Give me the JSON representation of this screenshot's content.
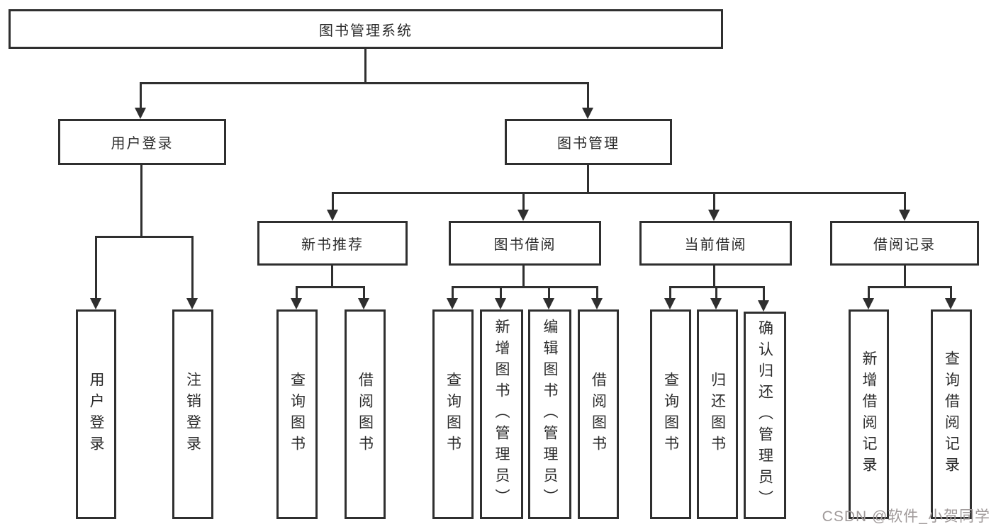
{
  "diagram": {
    "root": {
      "label": "图书管理系统"
    },
    "level1": [
      {
        "label": "用户登录"
      },
      {
        "label": "图书管理"
      }
    ],
    "level2": [
      {
        "label": "新书推荐"
      },
      {
        "label": "图书借阅"
      },
      {
        "label": "当前借阅"
      },
      {
        "label": "借阅记录"
      }
    ],
    "leaves": {
      "user_login": [
        "用户登录",
        "注销登录"
      ],
      "new_book_rec": [
        "查询图书",
        "借阅图书"
      ],
      "book_borrow": [
        "查询图书",
        "新增图书（管理员）",
        "编辑图书（管理员）",
        "借阅图书"
      ],
      "current_borrow": [
        "查询图书",
        "归还图书",
        "确认归还（管理员）"
      ],
      "borrow_records": [
        "新增借阅记录",
        "查询借阅记录"
      ]
    }
  },
  "watermark": {
    "text": "CSDN @软件_小贺同学"
  },
  "colors": {
    "line": "#2f2f2f",
    "text": "#2b2b2b",
    "background": "#ffffff",
    "watermark": "#a09a9a"
  }
}
